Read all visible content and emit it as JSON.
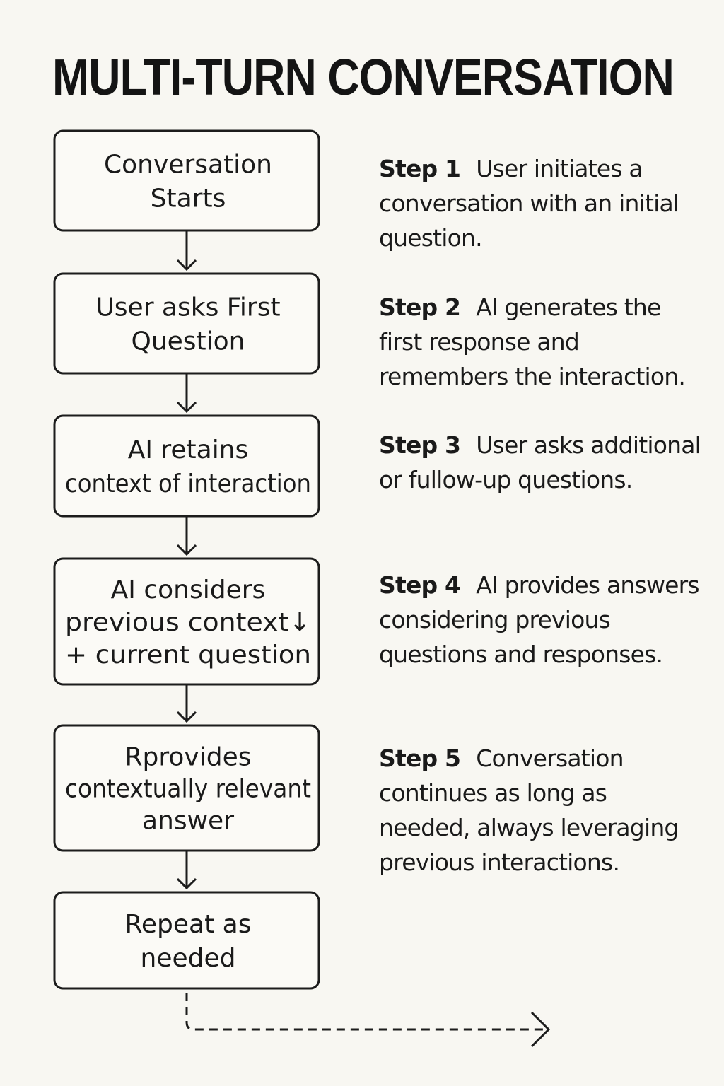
{
  "title": "MULTI-TURN CONVERSATION",
  "boxes": [
    {
      "lines": [
        "Conversation",
        "Starts"
      ]
    },
    {
      "lines": [
        "User asks First",
        "Question"
      ]
    },
    {
      "lines": [
        "AI retains",
        "context of interaction"
      ]
    },
    {
      "lines": [
        "AI considers",
        "previous context↓",
        "+ current question"
      ]
    },
    {
      "lines": [
        "Rprovides",
        "contextually relevant",
        "answer"
      ]
    },
    {
      "lines": [
        "Repeat as",
        "needed"
      ]
    }
  ],
  "steps": [
    {
      "label": "Step 1",
      "text": "User initiates a conversation with an initial question."
    },
    {
      "label": "Step 2",
      "text": "AI generates the first response and remembers the interaction."
    },
    {
      "label": "Step 3",
      "text": "User asks additional or fullow-up questions."
    },
    {
      "label": "Step 4",
      "text": "AI provides answers considering previous questions and responses."
    },
    {
      "label": "Step 5",
      "text": "Conversation continues as long as needed, always leveraging previous interactions."
    }
  ]
}
